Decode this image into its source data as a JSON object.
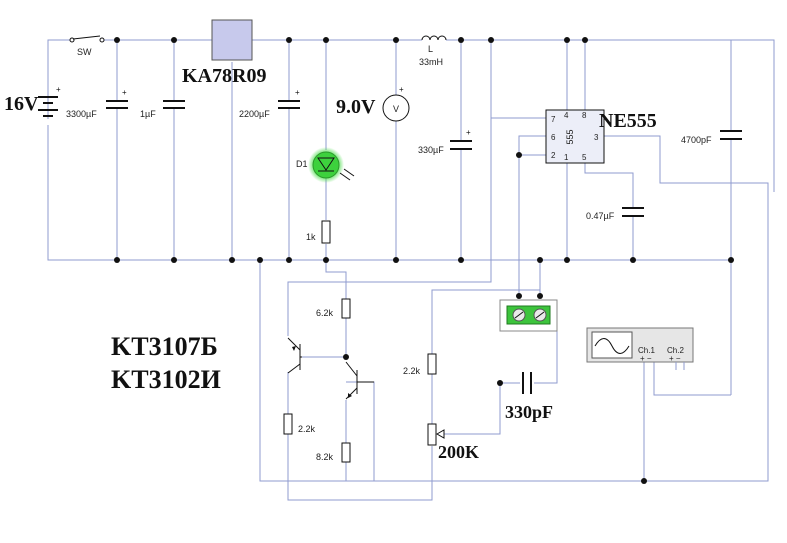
{
  "labels": {
    "switch": "SW",
    "supply_voltage": "16V",
    "c_bulk": "3300µF",
    "c_1uf": "1µF",
    "regulator": "KA78R09",
    "c_2200": "2200µF",
    "voltmeter": "9.0V",
    "voltmeter_symbol": "V",
    "led": "D1",
    "r_led": "1k",
    "inductor": "L",
    "inductor_value": "33mH",
    "c_330uf": "330µF",
    "timer_ic": "NE555",
    "timer_body": "555",
    "c_4700p": "4700pF",
    "c_047": "0.47µF",
    "r_62k": "6.2k",
    "r_22k_left": "2.2k",
    "r_82k": "8.2k",
    "r_22k_mid": "2.2k",
    "pot": "200K",
    "c_330p": "330pF",
    "transistor_1": "KT3107Б",
    "transistor_2": "KT3102И",
    "scope_ch1": "Ch.1",
    "scope_ch2": "Ch.2",
    "scope_ch1_pol": "+ −",
    "scope_ch2_pol": "+ −",
    "plus": "+"
  },
  "pins": {
    "p7": "7",
    "p6": "6",
    "p2": "2",
    "p4": "4",
    "p8": "8",
    "p3": "3",
    "p1": "1",
    "p5": "5"
  },
  "colors": {
    "wire": "#8f9bcf",
    "led_on": "#3dd13d",
    "led_glow": "#8ff58f",
    "component": "#111111",
    "ic_fill": "#eceef8",
    "regulator_fill": "#c7c9ec"
  }
}
